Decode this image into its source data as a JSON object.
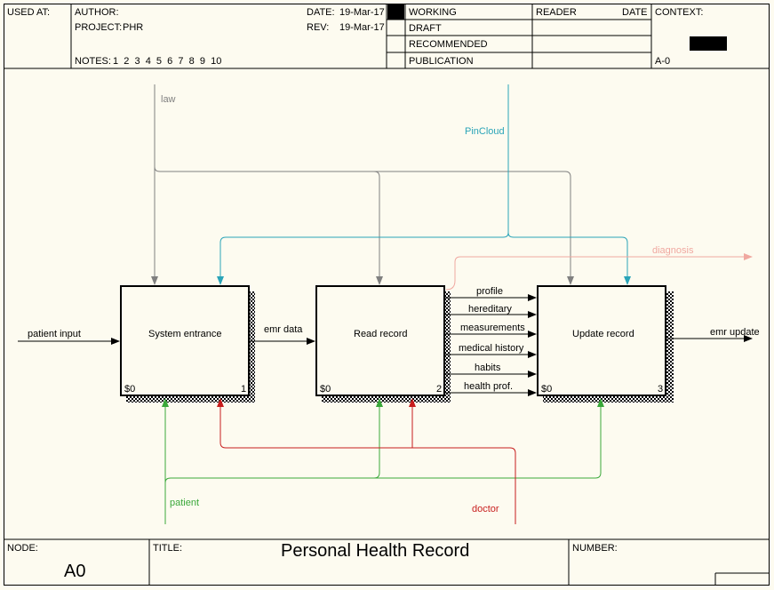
{
  "header": {
    "used_at_label": "USED AT:",
    "author_label": "AUTHOR:",
    "project_label": "PROJECT:",
    "project_value": "PHR",
    "notes_label": "NOTES:",
    "notes_value": "1  2  3  4  5  6  7  8  9  10",
    "date_label": "DATE:",
    "date_value": "19-Mar-17",
    "rev_label": "REV:",
    "rev_value": "19-Mar-17",
    "status": [
      "WORKING",
      "DRAFT",
      "RECOMMENDED",
      "PUBLICATION"
    ],
    "reader_label": "READER",
    "reader_date_label": "DATE",
    "context_label": "CONTEXT:",
    "context_node": "A-0"
  },
  "footer": {
    "node_label": "NODE:",
    "node_value": "A0",
    "title_label": "TITLE:",
    "title_value": "Personal Health Record",
    "number_label": "NUMBER:"
  },
  "boxes": [
    {
      "label": "System entrance",
      "cost": "$0",
      "number": "1"
    },
    {
      "label": "Read record",
      "cost": "$0",
      "number": "2"
    },
    {
      "label": "Update record",
      "cost": "$0",
      "number": "3"
    }
  ],
  "arrows": {
    "patient_input": "patient input",
    "emr_data": "emr data",
    "emr_update": "emr update",
    "law": "law",
    "pincloud": "PinCloud",
    "diagnosis": "diagnosis",
    "patient": "patient",
    "doctor": "doctor",
    "flows": [
      "profile",
      "hereditary",
      "measurements",
      "medical history",
      "habits",
      "health prof."
    ]
  },
  "colors": {
    "background": "#fdfbf0",
    "law": "#808080",
    "pincloud": "#2aa4b8",
    "diagnosis": "#f0a8a0",
    "patient": "#3aa83a",
    "doctor": "#c81e1e"
  }
}
